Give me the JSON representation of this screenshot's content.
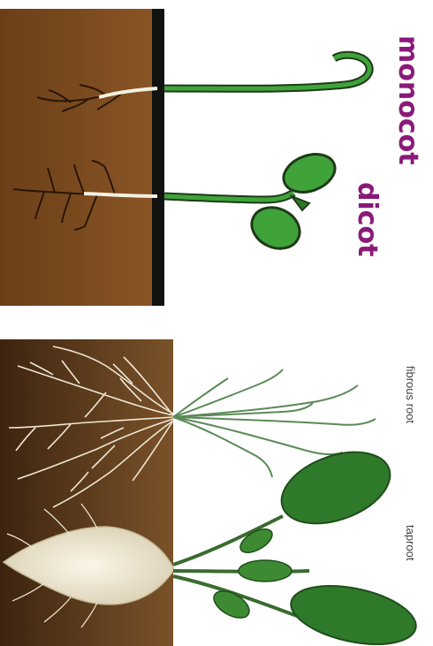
{
  "top_panel": {
    "labels": {
      "monocot": "monocot",
      "dicot": "dicot"
    },
    "colors": {
      "soil": "#7a4a1e",
      "soil_line": "#111111",
      "seedling_green": "#3fa33a",
      "label_purple": "#8a1a7a"
    }
  },
  "bottom_panel": {
    "labels": {
      "fibrous_root": "fibrous root",
      "taproot": "taproot"
    },
    "colors": {
      "soil": "#6b4420",
      "root": "#efe7d4",
      "leaf_green": "#2f7a2a"
    }
  }
}
